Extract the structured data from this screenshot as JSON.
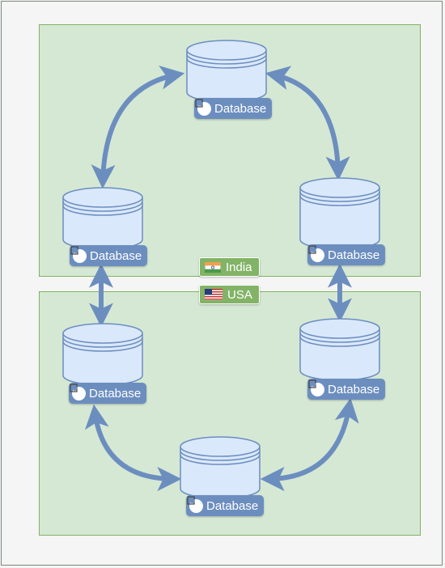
{
  "regions": [
    {
      "label": "India",
      "flag_icon": "india-flag-icon",
      "fill": "#d5e8d4",
      "stroke": "#82b366"
    },
    {
      "label": "USA",
      "flag_icon": "usa-flag-icon",
      "fill": "#d5e8d4",
      "stroke": "#82b366"
    }
  ],
  "nodes": [
    {
      "id": "india-top",
      "label": "Database",
      "icon": "database-icon"
    },
    {
      "id": "india-left",
      "label": "Database",
      "icon": "database-icon"
    },
    {
      "id": "india-right",
      "label": "Database",
      "icon": "database-icon"
    },
    {
      "id": "usa-left",
      "label": "Database",
      "icon": "database-icon"
    },
    {
      "id": "usa-right",
      "label": "Database",
      "icon": "database-icon"
    },
    {
      "id": "usa-bottom",
      "label": "Database",
      "icon": "database-icon"
    }
  ],
  "edges": [
    {
      "from": "india-top",
      "to": "india-left",
      "bidirectional": true
    },
    {
      "from": "india-top",
      "to": "india-right",
      "bidirectional": true
    },
    {
      "from": "india-left",
      "to": "usa-left",
      "bidirectional": true
    },
    {
      "from": "india-right",
      "to": "usa-right",
      "bidirectional": true
    },
    {
      "from": "usa-left",
      "to": "usa-bottom",
      "bidirectional": true
    },
    {
      "from": "usa-right",
      "to": "usa-bottom",
      "bidirectional": true
    }
  ],
  "colors": {
    "connector": "#6c8ebf",
    "cylinder_fill": "#dae8fc",
    "cylinder_stroke": "#6c8ebf",
    "label_bg": "#6c8ebf",
    "tag_bg": "#82b366"
  }
}
